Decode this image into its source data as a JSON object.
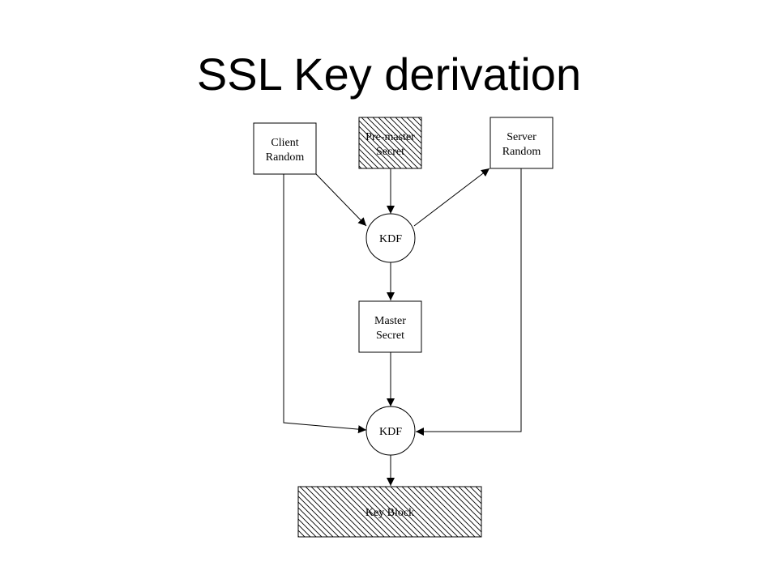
{
  "title": "SSL Key derivation",
  "nodes": {
    "client_random": {
      "line1": "Client",
      "line2": "Random"
    },
    "pre_master_secret": {
      "line1": "Pre-master",
      "line2": "Secret"
    },
    "server_random": {
      "line1": "Server",
      "line2": "Random"
    },
    "kdf_top": {
      "label": "KDF"
    },
    "master_secret": {
      "line1": "Master",
      "line2": "Secret"
    },
    "kdf_bottom": {
      "label": "KDF"
    },
    "key_block": {
      "label": "Key Block"
    }
  }
}
